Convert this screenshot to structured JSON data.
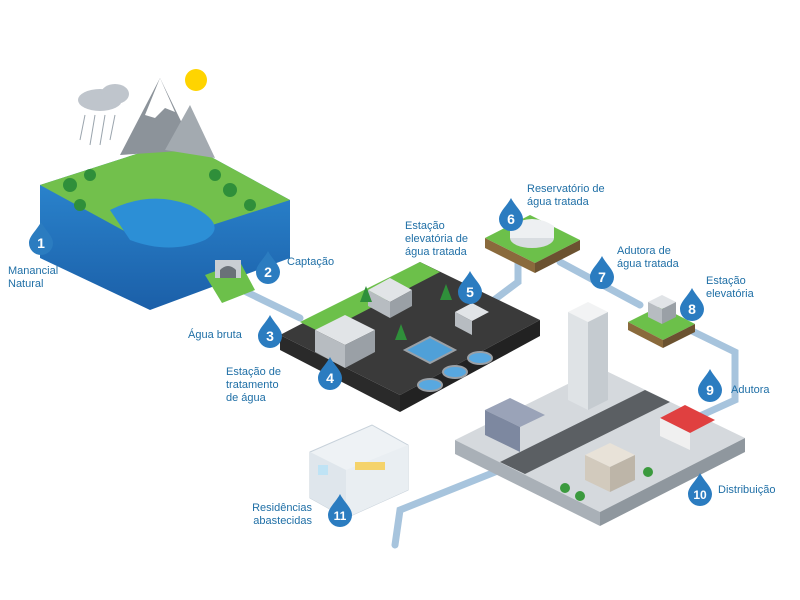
{
  "steps": [
    {
      "num": "1",
      "label": "Manancial Natural"
    },
    {
      "num": "2",
      "label": "Captação"
    },
    {
      "num": "3",
      "label": "Água bruta"
    },
    {
      "num": "4",
      "label": "Estação de tratamento de água"
    },
    {
      "num": "5",
      "label": "Estação elevatória de água tratada"
    },
    {
      "num": "6",
      "label": "Reservatório de água tratada"
    },
    {
      "num": "7",
      "label": "Adutora de água tratada"
    },
    {
      "num": "8",
      "label": "Estação elevatória"
    },
    {
      "num": "9",
      "label": "Adutora"
    },
    {
      "num": "10",
      "label": "Distribuição"
    },
    {
      "num": "11",
      "label": "Residências abastecidas"
    }
  ],
  "label_lines": {
    "s1": [
      "Manancial",
      "Natural"
    ],
    "s4": [
      "Estação de",
      "tratamento",
      "de água"
    ],
    "s5": [
      "Estação",
      "elevatória de",
      "água tratada"
    ],
    "s6": [
      "Reservatório de",
      "água tratada"
    ],
    "s7": [
      "Adutora de",
      "água tratada"
    ],
    "s8": [
      "Estação",
      "elevatória"
    ],
    "s11": [
      "Residências",
      "abastecidas"
    ]
  },
  "colors": {
    "label": "#1f6fa6",
    "drop": "#2b7cc0",
    "pipe": "#b9d3e8",
    "grass": "#6cc04a",
    "soil": "#8a6a3c",
    "water": "#2c8fd6",
    "asphalt": "#3a3a3a"
  }
}
